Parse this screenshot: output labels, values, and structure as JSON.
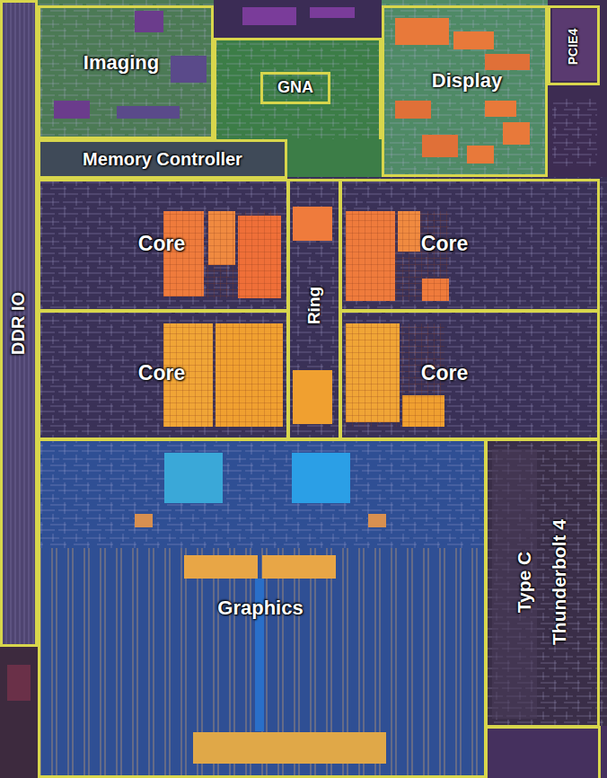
{
  "diagram": {
    "nodes": [
      {
        "text": [
          "DDR IO"
        ]
      },
      {
        "text": [
          "Imaging"
        ]
      },
      {
        "text": [
          "GNA"
        ]
      },
      {
        "text": [
          "Display"
        ]
      },
      {
        "text": [
          "PCIE4"
        ]
      },
      {
        "text": [
          "Memory Controller"
        ]
      },
      {
        "text": [
          "Core"
        ]
      },
      {
        "text": [
          "Ring"
        ]
      },
      {
        "text": [
          "Core"
        ]
      },
      {
        "text": [
          "Core"
        ]
      },
      {
        "text": [
          "Core"
        ]
      },
      {
        "text": [
          "Graphics"
        ]
      },
      {
        "text": [
          "Type C",
          "Thunderbolt 4"
        ]
      }
    ]
  }
}
